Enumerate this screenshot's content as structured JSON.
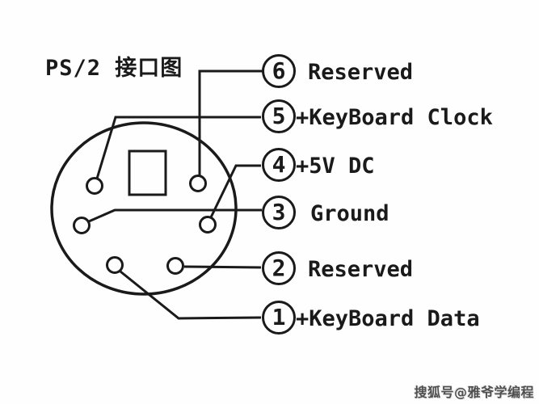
{
  "title": "PS/2 接口图",
  "watermark": "搜狐号@雅爷学编程",
  "colors": {
    "line": "#1a1a1a",
    "background": "#fefefe",
    "watermark": "#4f4f4f"
  },
  "connector": {
    "type": "PS/2 mini-DIN-6 socket",
    "pins": [
      {
        "number": "1",
        "label": "+KeyBoard Data"
      },
      {
        "number": "2",
        "label": "Reserved"
      },
      {
        "number": "3",
        "label": "Ground"
      },
      {
        "number": "4",
        "label": "+5V DC"
      },
      {
        "number": "5",
        "label": "+KeyBoard Clock"
      },
      {
        "number": "6",
        "label": "Reserved"
      }
    ]
  }
}
